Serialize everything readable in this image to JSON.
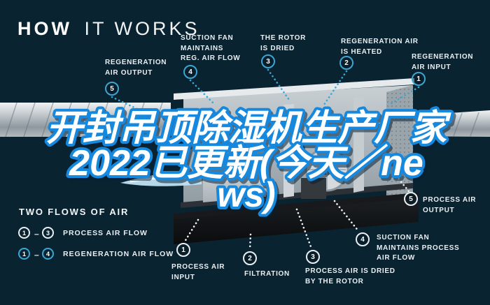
{
  "title": {
    "bold": "HOW",
    "light": "IT WORKS"
  },
  "headline": {
    "line1": "开封吊顶除湿机生产厂家",
    "line2": "2022已更新(今天／ne",
    "line3": "ws)"
  },
  "callouts": {
    "top": [
      {
        "num": "5",
        "label": "REGENERATION\nAIR OUTPUT"
      },
      {
        "num": "4",
        "label": "SUCTION FAN\nMAINTAINS\nREG. AIR FLOW"
      },
      {
        "num": "3",
        "label": "THE ROTOR\nIS DRIED"
      },
      {
        "num": "2",
        "label": "REGENERATION AIR\nIS HEATED"
      },
      {
        "num": "1",
        "label": "REGENERATION\nAIR INPUT"
      }
    ],
    "bottom": [
      {
        "num": "1",
        "label": "PROCESS AIR\nINPUT"
      },
      {
        "num": "2",
        "label": "FILTRATION"
      },
      {
        "num": "3",
        "label": "PROCESS AIR IS DRIED\nBY THE ROTOR"
      },
      {
        "num": "4",
        "label": "SUCTION FAN\nMAINTAINS PROCESS\nAIR FLOW"
      },
      {
        "num": "5",
        "label": "PROCESS AIR\nOUTPUT"
      }
    ]
  },
  "legend": {
    "title": "TWO FLOWS OF AIR",
    "dash": "–",
    "rows": [
      {
        "from": "1",
        "to": "3",
        "label": "PROCESS AIR FLOW"
      },
      {
        "from": "1",
        "to": "4",
        "label": "REGENERATION AIR FLOW"
      }
    ]
  },
  "colors": {
    "background": "#0a2330",
    "accent_cyan": "#3aa6d2",
    "badge_white": "#e8eef2",
    "headline_fill": "#ffffff",
    "headline_stroke": "#1688dd"
  }
}
